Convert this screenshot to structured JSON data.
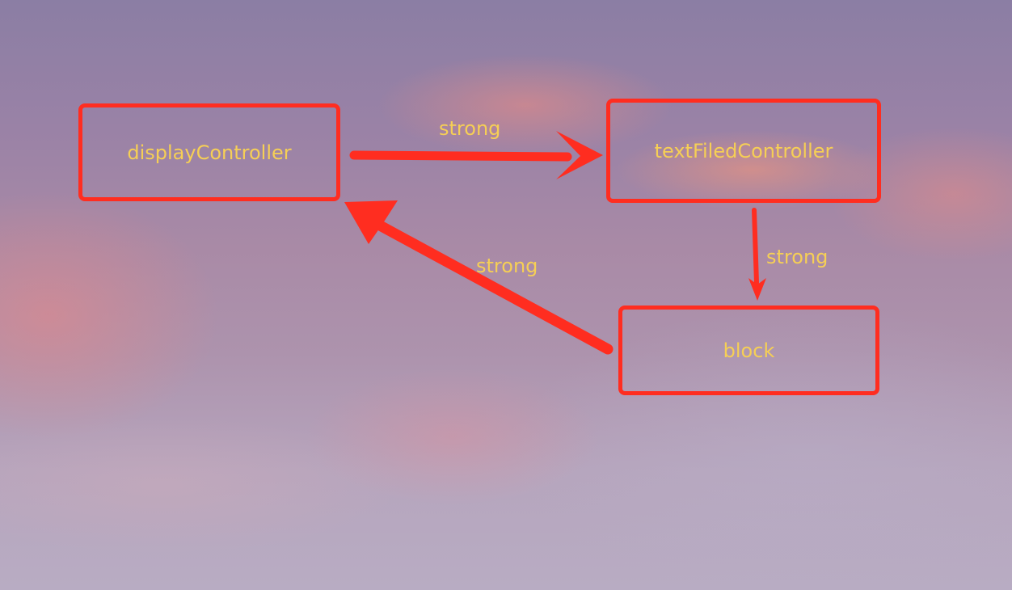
{
  "diagram": {
    "nodes": [
      {
        "id": "display",
        "label": "displayController"
      },
      {
        "id": "textfield",
        "label": "textFiledController"
      },
      {
        "id": "block",
        "label": "block"
      }
    ],
    "edges": [
      {
        "from": "display",
        "to": "textfield",
        "label": "strong"
      },
      {
        "from": "textfield",
        "to": "block",
        "label": "strong"
      },
      {
        "from": "block",
        "to": "display",
        "label": "strong"
      }
    ],
    "colors": {
      "box_border": "#ff2d20",
      "arrow": "#ff2d20",
      "text": "#f6cf55"
    }
  }
}
